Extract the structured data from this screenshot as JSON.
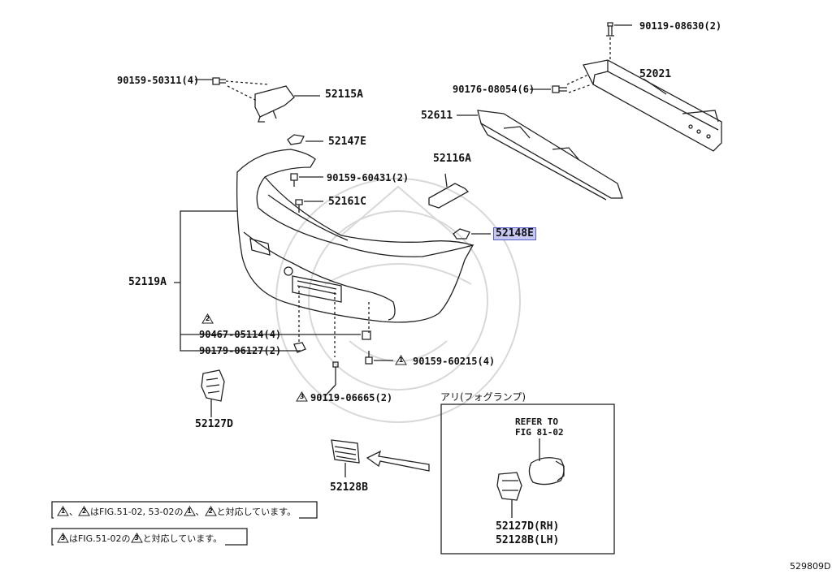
{
  "parts": {
    "p_90119_08630": "90119-08630(2)",
    "p_52021": "52021",
    "p_90159_50311": "90159-50311(4)",
    "p_52115A": "52115A",
    "p_90176_08054": "90176-08054(6)",
    "p_52611": "52611",
    "p_52147E": "52147E",
    "p_52116A": "52116A",
    "p_90159_60431": "90159-60431(2)",
    "p_52161C": "52161C",
    "p_52148E": "52148E",
    "p_52119A": "52119A",
    "p_90467_05114": "90467-05114(4)",
    "p_90179_06127": "90179-06127(2)",
    "p_90159_60215": "90159-60215(4)",
    "p_90119_06665": "90119-06665(2)",
    "p_52127D": "52127D",
    "p_52128B": "52128B"
  },
  "callouts": {
    "c1": "1",
    "c2": "2",
    "c3": "3"
  },
  "inset": {
    "title": "アリ(フォグランプ)",
    "refer_line1": "REFER TO",
    "refer_line2": "FIG 81-02",
    "rh": "52127D(RH)",
    "lh": "52128B(LH)"
  },
  "notes": {
    "n1_sep": "、",
    "n1_mid": "はFIG.51-02, 53-02の",
    "n1_end": "と対応しています。",
    "n2_mid": "はFIG.51-02の",
    "n2_end": "と対応しています。"
  },
  "figure_code": "529809D",
  "colors": {
    "highlight": "#c7c8f2",
    "line": "#222222"
  }
}
